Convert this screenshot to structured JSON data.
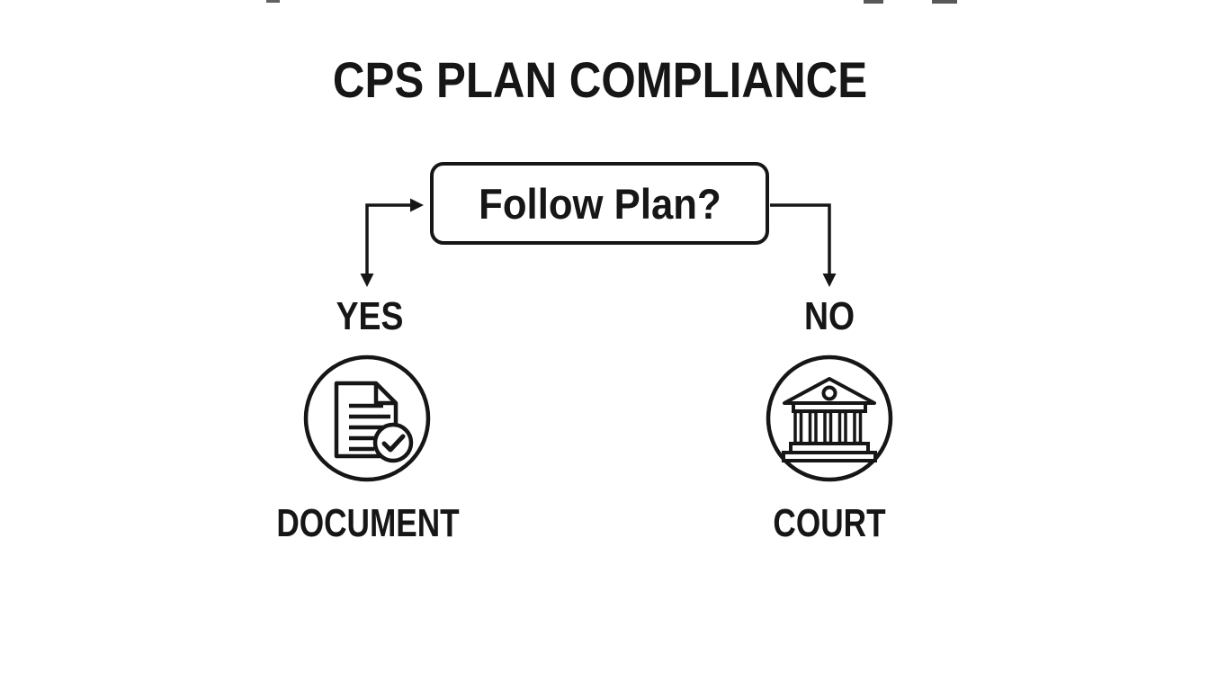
{
  "canvas": {
    "background": "#ffffff",
    "ink": "#161616"
  },
  "diagram": {
    "title": "CPS PLAN COMPLIANCE",
    "decision_label": "Follow Plan?",
    "yes_branch": {
      "answer": "YES",
      "icon": "document-check-icon",
      "caption": "DOCUMENT"
    },
    "no_branch": {
      "answer": "NO",
      "icon": "courthouse-icon",
      "caption": "COURT"
    }
  }
}
